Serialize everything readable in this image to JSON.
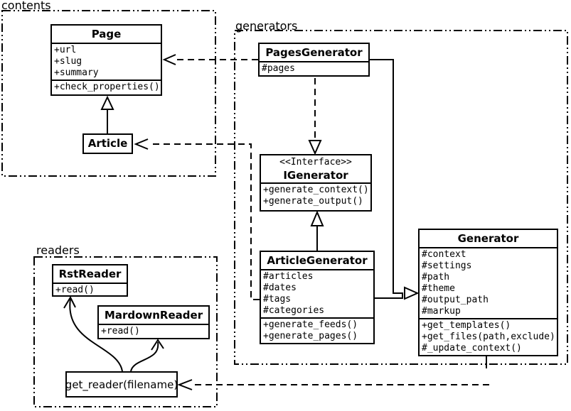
{
  "packages": {
    "contents": {
      "label": "contents"
    },
    "generators": {
      "label": "generators"
    },
    "readers": {
      "label": "readers"
    }
  },
  "classes": {
    "page": {
      "title": "Page",
      "attributes": [
        "+url",
        "+slug",
        "+summary"
      ],
      "methods": [
        "+check_properties()"
      ]
    },
    "article": {
      "title": "Article"
    },
    "pages_generator": {
      "title": "PagesGenerator",
      "attributes": [
        "#pages"
      ]
    },
    "igenerator": {
      "stereotype": "<<Interface>>",
      "title": "IGenerator",
      "methods": [
        "+generate_context()",
        "+generate_output()"
      ]
    },
    "article_generator": {
      "title": "ArticleGenerator",
      "attributes": [
        "#articles",
        "#dates",
        "#tags",
        "#categories"
      ],
      "methods": [
        "+generate_feeds()",
        "+generate_pages()"
      ]
    },
    "generator": {
      "title": "Generator",
      "attributes": [
        "#context",
        "#settings",
        "#path",
        "#theme",
        "#output_path",
        "#markup"
      ],
      "methods": [
        "+get_templates()",
        "+get_files(path,exclude)",
        "#_update_context()"
      ]
    },
    "rst_reader": {
      "title": "RstReader",
      "methods": [
        "+read()"
      ]
    },
    "mardown_reader": {
      "title": "MardownReader",
      "methods": [
        "+read()"
      ]
    },
    "get_reader": {
      "label": "get_reader(filename)"
    }
  },
  "relationships": [
    {
      "from": "Article",
      "to": "Page",
      "type": "inheritance",
      "style": "solid-hollow-triangle"
    },
    {
      "from": "PagesGenerator",
      "to": "Page",
      "type": "dependency",
      "style": "dashed-open-arrow"
    },
    {
      "from": "ArticleGenerator",
      "to": "Article",
      "type": "dependency",
      "style": "dashed-open-arrow"
    },
    {
      "from": "PagesGenerator",
      "to": "IGenerator",
      "type": "realization",
      "style": "dashed-hollow-triangle"
    },
    {
      "from": "ArticleGenerator",
      "to": "IGenerator",
      "type": "realization",
      "style": "solid-hollow-triangle"
    },
    {
      "from": "PagesGenerator",
      "to": "Generator",
      "type": "inheritance",
      "style": "solid-hollow-triangle"
    },
    {
      "from": "ArticleGenerator",
      "to": "Generator",
      "type": "inheritance",
      "style": "solid-hollow-triangle"
    },
    {
      "from": "Generator",
      "to": "get_reader(filename)",
      "type": "dependency",
      "style": "dashed-open-arrow"
    },
    {
      "from": "get_reader(filename)",
      "to": "RstReader",
      "type": "call",
      "style": "curved-open-arrow"
    },
    {
      "from": "get_reader(filename)",
      "to": "MardownReader",
      "type": "call",
      "style": "curved-open-arrow"
    }
  ],
  "colors": {
    "line": "#000000",
    "background": "#ffffff",
    "box_fill": "#ffffff"
  }
}
